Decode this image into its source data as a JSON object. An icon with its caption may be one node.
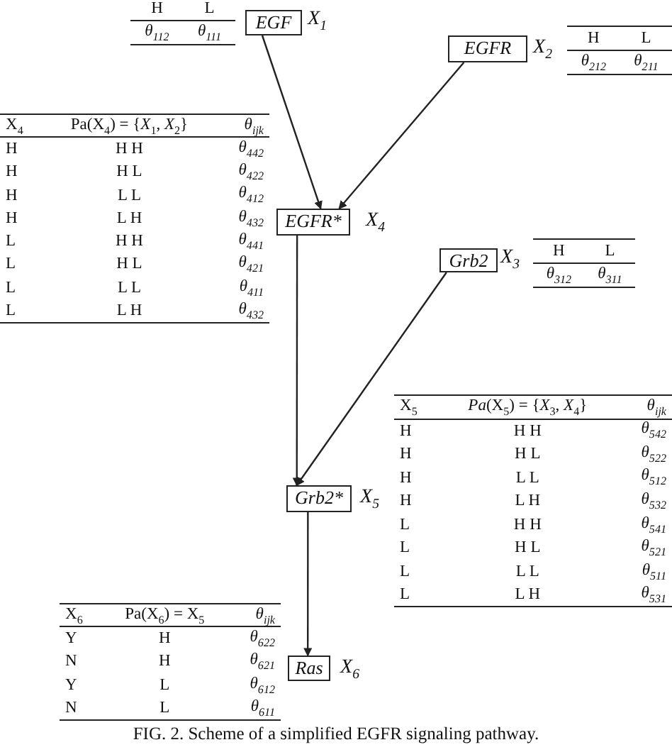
{
  "diagram": {
    "caption": "FIG. 2. Scheme of a simplified EGFR signaling pathway.",
    "nodes": [
      {
        "text": [
          "EGF"
        ],
        "beside": [
          "X$_{1}$"
        ]
      },
      {
        "text": [
          "EGFR"
        ],
        "beside": [
          "X$_{2}$"
        ]
      },
      {
        "text": [
          "EGFR*"
        ],
        "beside": [
          "X$_{4}$"
        ]
      },
      {
        "text": [
          "Grb2"
        ],
        "beside": [
          "X$_{3}$"
        ]
      },
      {
        "text": [
          "Grb2*"
        ],
        "beside": [
          "X$_{5}$"
        ]
      },
      {
        "text": [
          "Ras"
        ],
        "beside": [
          "X$_{6}$"
        ]
      }
    ],
    "edges": [
      {
        "from": 0,
        "to": 2,
        "arrow": "to"
      },
      {
        "from": 1,
        "to": 2,
        "arrow": "to"
      },
      {
        "from": 2,
        "to": 4,
        "arrow": "to"
      },
      {
        "from": 3,
        "to": 4,
        "arrow": "to"
      },
      {
        "from": 4,
        "to": 5,
        "arrow": "to"
      }
    ],
    "labels": [
      "H",
      "L",
      "θ$_{112}$",
      "θ$_{111}$",
      "H",
      "L",
      "θ$_{212}$",
      "θ$_{211}$",
      "X$_{4}$",
      "Pa(X$_{4}$) = {*X*$_{1}$, *X*$_{2}$}",
      "θ$_{ijk}$",
      "H",
      "H H",
      "θ$_{442}$",
      "H",
      "H L",
      "θ$_{422}$",
      "H",
      "L L",
      "θ$_{412}$",
      "H",
      "L H",
      "θ$_{432}$",
      "L",
      "H H",
      "θ$_{441}$",
      "L",
      "H L",
      "θ$_{421}$",
      "L",
      "L L",
      "θ$_{411}$",
      "L",
      "L H",
      "θ$_{432}$",
      "H",
      "L",
      "θ$_{312}$",
      "θ$_{311}$",
      "X$_{5}$",
      "*Pa*(X$_{5}$) = {*X*$_{3}$, *X*$_{4}$}",
      "θ$_{ijk}$",
      "H",
      "H H",
      "θ$_{542}$",
      "H",
      "H L",
      "θ$_{522}$",
      "H",
      "L L",
      "θ$_{512}$",
      "H",
      "L H",
      "θ$_{532}$",
      "L",
      "H H",
      "θ$_{541}$",
      "L",
      "H L",
      "θ$_{521}$",
      "L",
      "L L",
      "θ$_{511}$",
      "L",
      "L H",
      "θ$_{531}$",
      "X$_{6}$",
      "Pa(X$_{6}$) = X$_{5}$",
      "θ$_{ijk}$",
      "Y",
      "H",
      "θ$_{622}$",
      "N",
      "H",
      "θ$_{621}$",
      "Y",
      "L",
      "θ$_{612}$",
      "N",
      "L",
      "θ$_{611}$"
    ]
  }
}
